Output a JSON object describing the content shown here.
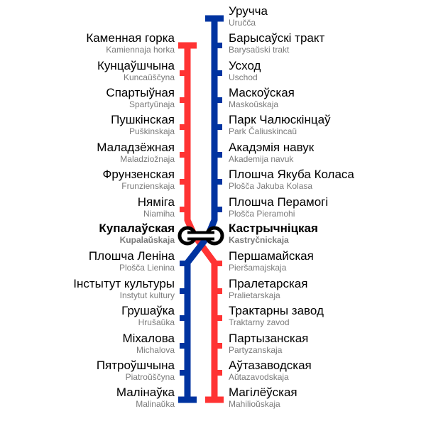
{
  "colors": {
    "red_line": "#ff3333",
    "blue_line": "#0033a0",
    "background": "#ffffff"
  },
  "lines": [
    {
      "name_key": "red",
      "color": "#ff3333"
    },
    {
      "name_key": "blue",
      "color": "#0033a0"
    }
  ],
  "stations_left": [
    {
      "name": "Каменная горка",
      "latin": "Kamiennaja horka"
    },
    {
      "name": "Кунцаўшчына",
      "latin": "Kuncaŭščyna"
    },
    {
      "name": "Спартыўная",
      "latin": "Spartyŭnaja"
    },
    {
      "name": "Пушкінская",
      "latin": "Puškinskaja"
    },
    {
      "name": "Маладзёжная",
      "latin": "Maladziožnaja"
    },
    {
      "name": "Фрунзенская",
      "latin": "Frunzienskaja"
    },
    {
      "name": "Няміга",
      "latin": "Niamiha"
    },
    {
      "name": "Купалаўская",
      "latin": "Kupalaŭskaja"
    },
    {
      "name": "Плошча Леніна",
      "latin": "Plošča Lienina"
    },
    {
      "name": "Інстытут культуры",
      "latin": "Instytut kultury"
    },
    {
      "name": "Грушаўка",
      "latin": "Hrušaŭka"
    },
    {
      "name": "Міхалова",
      "latin": "Michalova"
    },
    {
      "name": "Пятроўшчына",
      "latin": "Piatroŭščyna"
    },
    {
      "name": "Малінаўка",
      "latin": "Malinaŭka"
    }
  ],
  "stations_right": [
    {
      "name": "Уручча",
      "latin": "Uručča"
    },
    {
      "name": "Барысаўскі тракт",
      "latin": "Barysaŭski trakt"
    },
    {
      "name": "Усход",
      "latin": "Uschod"
    },
    {
      "name": "Маскоўская",
      "latin": "Maskoŭskaja"
    },
    {
      "name": "Парк Чалюскінцаў",
      "latin": "Park Čaliuskincaŭ"
    },
    {
      "name": "Акадэмія навук",
      "latin": "Akademija navuk"
    },
    {
      "name": "Плошча Якуба Коласа",
      "latin": "Plošča Jakuba Kolasa"
    },
    {
      "name": "Плошча Перамогі",
      "latin": "Plošča Pieramohi"
    },
    {
      "name": "Кастрычніцкая",
      "latin": "Kastryčnickaja"
    },
    {
      "name": "Першамайская",
      "latin": "Pieršamajskaja"
    },
    {
      "name": "Пралетарская",
      "latin": "Pralietarskaja"
    },
    {
      "name": "Трактарны завод",
      "latin": "Traktarny zavod"
    },
    {
      "name": "Партызанская",
      "latin": "Partyzanskaja"
    },
    {
      "name": "Аўтазаводская",
      "latin": "Aŭtazavodskaja"
    },
    {
      "name": "Магілёўская",
      "latin": "Mahilioŭskaja"
    }
  ],
  "transfer": {
    "left": "Купалаўская",
    "right": "Кастрычніцкая"
  }
}
